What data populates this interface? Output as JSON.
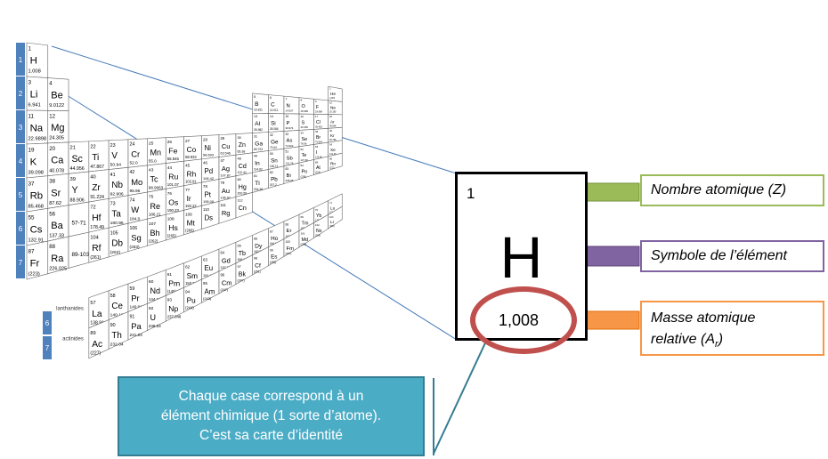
{
  "card": {
    "number": "1",
    "symbol": "H",
    "mass": "1,008"
  },
  "labels": {
    "atomic_number": "Nombre atomique (Z)",
    "symbol": "Symbole de l’élément",
    "mass_line1": "Masse atomique",
    "mass_line2_prefix": "relative (A",
    "mass_line2_sub": "r",
    "mass_line2_suffix": ")"
  },
  "callout": {
    "line1": "Chaque case correspond  à un",
    "line2": "élément chimique (1 sorte d’atome).",
    "line3": "C’est sa carte d’identité"
  },
  "periodic_table": {
    "period_numbers": [
      "1",
      "2",
      "3",
      "4",
      "5",
      "6",
      "7"
    ],
    "lower_period_numbers": [
      "6",
      "7"
    ],
    "row_labels": [
      "lanthanides",
      "actinides"
    ],
    "elements": [
      {
        "z": "1",
        "s": "H",
        "m": "1.008",
        "r": 0,
        "c": 0
      },
      {
        "z": "2",
        "s": "He",
        "m": "4.003",
        "r": 0,
        "c": 17
      },
      {
        "z": "3",
        "s": "Li",
        "m": "6.941",
        "r": 1,
        "c": 0
      },
      {
        "z": "4",
        "s": "Be",
        "m": "9.0122",
        "r": 1,
        "c": 1
      },
      {
        "z": "5",
        "s": "B",
        "m": "10.811",
        "r": 1,
        "c": 12
      },
      {
        "z": "6",
        "s": "C",
        "m": "12.011",
        "r": 1,
        "c": 13
      },
      {
        "z": "7",
        "s": "N",
        "m": "14.007",
        "r": 1,
        "c": 14
      },
      {
        "z": "8",
        "s": "O",
        "m": "15.999",
        "r": 1,
        "c": 15
      },
      {
        "z": "9",
        "s": "F",
        "m": "18.998",
        "r": 1,
        "c": 16
      },
      {
        "z": "10",
        "s": "Ne",
        "m": "20.180",
        "r": 1,
        "c": 17
      },
      {
        "z": "11",
        "s": "Na",
        "m": "22.9898",
        "r": 2,
        "c": 0
      },
      {
        "z": "12",
        "s": "Mg",
        "m": "24.305",
        "r": 2,
        "c": 1
      },
      {
        "z": "13",
        "s": "Al",
        "m": "26.982",
        "r": 2,
        "c": 12
      },
      {
        "z": "14",
        "s": "Si",
        "m": "28.086",
        "r": 2,
        "c": 13
      },
      {
        "z": "15",
        "s": "P",
        "m": "30.974",
        "r": 2,
        "c": 14
      },
      {
        "z": "16",
        "s": "S",
        "m": "32.065",
        "r": 2,
        "c": 15
      },
      {
        "z": "17",
        "s": "Cl",
        "m": "35.453",
        "r": 2,
        "c": 16
      },
      {
        "z": "18",
        "s": "Ar",
        "m": "39.948",
        "r": 2,
        "c": 17
      },
      {
        "z": "19",
        "s": "K",
        "m": "39.098",
        "r": 3,
        "c": 0
      },
      {
        "z": "20",
        "s": "Ca",
        "m": "40.078",
        "r": 3,
        "c": 1
      },
      {
        "z": "21",
        "s": "Sc",
        "m": "44.956",
        "r": 3,
        "c": 2
      },
      {
        "z": "22",
        "s": "Ti",
        "m": "47.867",
        "r": 3,
        "c": 3
      },
      {
        "z": "23",
        "s": "V",
        "m": "50.94",
        "r": 3,
        "c": 4
      },
      {
        "z": "24",
        "s": "Cr",
        "m": "52.0",
        "r": 3,
        "c": 5
      },
      {
        "z": "25",
        "s": "Mn",
        "m": "55.0",
        "r": 3,
        "c": 6
      },
      {
        "z": "26",
        "s": "Fe",
        "m": "55.845",
        "r": 3,
        "c": 7
      },
      {
        "z": "27",
        "s": "Co",
        "m": "58.933",
        "r": 3,
        "c": 8
      },
      {
        "z": "28",
        "s": "Ni",
        "m": "58.693",
        "r": 3,
        "c": 9
      },
      {
        "z": "29",
        "s": "Cu",
        "m": "63.546",
        "r": 3,
        "c": 10
      },
      {
        "z": "30",
        "s": "Zn",
        "m": "65.38",
        "r": 3,
        "c": 11
      },
      {
        "z": "31",
        "s": "Ga",
        "m": "69.723",
        "r": 3,
        "c": 12
      },
      {
        "z": "32",
        "s": "Ge",
        "m": "72.64",
        "r": 3,
        "c": 13
      },
      {
        "z": "33",
        "s": "As",
        "m": "74.922",
        "r": 3,
        "c": 14
      },
      {
        "z": "34",
        "s": "Se",
        "m": "78.96",
        "r": 3,
        "c": 15
      },
      {
        "z": "35",
        "s": "Br",
        "m": "79.904",
        "r": 3,
        "c": 16
      },
      {
        "z": "36",
        "s": "Kr",
        "m": "83.798",
        "r": 3,
        "c": 17
      },
      {
        "z": "37",
        "s": "Rb",
        "m": "85.468",
        "r": 4,
        "c": 0
      },
      {
        "z": "38",
        "s": "Sr",
        "m": "87.62",
        "r": 4,
        "c": 1
      },
      {
        "z": "39",
        "s": "Y",
        "m": "88.906",
        "r": 4,
        "c": 2
      },
      {
        "z": "40",
        "s": "Zr",
        "m": "91.224",
        "r": 4,
        "c": 3
      },
      {
        "z": "41",
        "s": "Nb",
        "m": "92.906",
        "r": 4,
        "c": 4
      },
      {
        "z": "42",
        "s": "Mo",
        "m": "95.96",
        "r": 4,
        "c": 5
      },
      {
        "z": "43",
        "s": "Tc",
        "m": "98.9063",
        "r": 4,
        "c": 6
      },
      {
        "z": "44",
        "s": "Ru",
        "m": "101.07",
        "r": 4,
        "c": 7
      },
      {
        "z": "45",
        "s": "Rh",
        "m": "102.91",
        "r": 4,
        "c": 8
      },
      {
        "z": "46",
        "s": "Pd",
        "m": "106.42",
        "r": 4,
        "c": 9
      },
      {
        "z": "47",
        "s": "Ag",
        "m": "107.87",
        "r": 4,
        "c": 10
      },
      {
        "z": "48",
        "s": "Cd",
        "m": "112.41",
        "r": 4,
        "c": 11
      },
      {
        "z": "49",
        "s": "In",
        "m": "114.82",
        "r": 4,
        "c": 12
      },
      {
        "z": "50",
        "s": "Sn",
        "m": "118.71",
        "r": 4,
        "c": 13
      },
      {
        "z": "51",
        "s": "Sb",
        "m": "121.76",
        "r": 4,
        "c": 14
      },
      {
        "z": "52",
        "s": "Te",
        "m": "127.60",
        "r": 4,
        "c": 15
      },
      {
        "z": "53",
        "s": "I",
        "m": "126.90",
        "r": 4,
        "c": 16
      },
      {
        "z": "54",
        "s": "Xe",
        "m": "131.29",
        "r": 4,
        "c": 17
      },
      {
        "z": "55",
        "s": "Cs",
        "m": "132.91",
        "r": 5,
        "c": 0
      },
      {
        "z": "56",
        "s": "Ba",
        "m": "137.33",
        "r": 5,
        "c": 1
      },
      {
        "z": "",
        "s": "57-71",
        "m": "",
        "r": 5,
        "c": 2
      },
      {
        "z": "72",
        "s": "Hf",
        "m": "178.49",
        "r": 5,
        "c": 3
      },
      {
        "z": "73",
        "s": "Ta",
        "m": "180.95",
        "r": 5,
        "c": 4
      },
      {
        "z": "74",
        "s": "W",
        "m": "184.0",
        "r": 5,
        "c": 5
      },
      {
        "z": "75",
        "s": "Re",
        "m": "186.21",
        "r": 5,
        "c": 6
      },
      {
        "z": "76",
        "s": "Os",
        "m": "190.23",
        "r": 5,
        "c": 7
      },
      {
        "z": "77",
        "s": "Ir",
        "m": "192.22",
        "r": 5,
        "c": 8
      },
      {
        "z": "78",
        "s": "Pt",
        "m": "195.08",
        "r": 5,
        "c": 9
      },
      {
        "z": "79",
        "s": "Au",
        "m": "196.97",
        "r": 5,
        "c": 10
      },
      {
        "z": "80",
        "s": "Hg",
        "m": "200.59",
        "r": 5,
        "c": 11
      },
      {
        "z": "81",
        "s": "Tl",
        "m": "204.38",
        "r": 5,
        "c": 12
      },
      {
        "z": "82",
        "s": "Pb",
        "m": "207.2",
        "r": 5,
        "c": 13
      },
      {
        "z": "83",
        "s": "Bi",
        "m": "208.98",
        "r": 5,
        "c": 14
      },
      {
        "z": "84",
        "s": "Po",
        "m": "(209)",
        "r": 5,
        "c": 15
      },
      {
        "z": "85",
        "s": "At",
        "m": "(210)",
        "r": 5,
        "c": 16
      },
      {
        "z": "86",
        "s": "Rn",
        "m": "(222)",
        "r": 5,
        "c": 17
      },
      {
        "z": "87",
        "s": "Fr",
        "m": "(223)",
        "r": 6,
        "c": 0
      },
      {
        "z": "88",
        "s": "Ra",
        "m": "226.025",
        "r": 6,
        "c": 1
      },
      {
        "z": "",
        "s": "89-103",
        "m": "",
        "r": 6,
        "c": 2
      },
      {
        "z": "104",
        "s": "Rf",
        "m": "(261)",
        "r": 6,
        "c": 3
      },
      {
        "z": "105",
        "s": "Db",
        "m": "(262)",
        "r": 6,
        "c": 4
      },
      {
        "z": "106",
        "s": "Sg",
        "m": "(263)",
        "r": 6,
        "c": 5
      },
      {
        "z": "107",
        "s": "Bh",
        "m": "(262)",
        "r": 6,
        "c": 6
      },
      {
        "z": "108",
        "s": "Hs",
        "m": "(265)",
        "r": 6,
        "c": 7
      },
      {
        "z": "109",
        "s": "Mt",
        "m": "(266)",
        "r": 6,
        "c": 8
      },
      {
        "z": "110",
        "s": "Ds",
        "m": "",
        "r": 6,
        "c": 9
      },
      {
        "z": "111",
        "s": "Rg",
        "m": "",
        "r": 6,
        "c": 10
      },
      {
        "z": "112",
        "s": "Cn",
        "m": "",
        "r": 6,
        "c": 11
      },
      {
        "z": "57",
        "s": "La",
        "m": "138.91",
        "r": 8,
        "c": 3
      },
      {
        "z": "58",
        "s": "Ce",
        "m": "140.12",
        "r": 8,
        "c": 4
      },
      {
        "z": "59",
        "s": "Pr",
        "m": "140.91",
        "r": 8,
        "c": 5
      },
      {
        "z": "60",
        "s": "Nd",
        "m": "144.24",
        "r": 8,
        "c": 6
      },
      {
        "z": "61",
        "s": "Pm",
        "m": "(145)",
        "r": 8,
        "c": 7
      },
      {
        "z": "62",
        "s": "Sm",
        "m": "150.36",
        "r": 8,
        "c": 8
      },
      {
        "z": "63",
        "s": "Eu",
        "m": "151.96",
        "r": 8,
        "c": 9
      },
      {
        "z": "64",
        "s": "Gd",
        "m": "157.25",
        "r": 8,
        "c": 10
      },
      {
        "z": "65",
        "s": "Tb",
        "m": "158.93",
        "r": 8,
        "c": 11
      },
      {
        "z": "66",
        "s": "Dy",
        "m": "162.50",
        "r": 8,
        "c": 12
      },
      {
        "z": "67",
        "s": "Ho",
        "m": "164.93",
        "r": 8,
        "c": 13
      },
      {
        "z": "68",
        "s": "Er",
        "m": "167.26",
        "r": 8,
        "c": 14
      },
      {
        "z": "69",
        "s": "Tm",
        "m": "168.93",
        "r": 8,
        "c": 15
      },
      {
        "z": "70",
        "s": "Yb",
        "m": "173.05",
        "r": 8,
        "c": 16
      },
      {
        "z": "71",
        "s": "Lu",
        "m": "174.97",
        "r": 8,
        "c": 17
      },
      {
        "z": "89",
        "s": "Ac",
        "m": "(227)",
        "r": 9,
        "c": 3
      },
      {
        "z": "90",
        "s": "Th",
        "m": "232.04",
        "r": 9,
        "c": 4
      },
      {
        "z": "91",
        "s": "Pa",
        "m": "231.04",
        "r": 9,
        "c": 5
      },
      {
        "z": "92",
        "s": "U",
        "m": "238.03",
        "r": 9,
        "c": 6
      },
      {
        "z": "93",
        "s": "Np",
        "m": "237.048",
        "r": 9,
        "c": 7
      },
      {
        "z": "94",
        "s": "Pu",
        "m": "(244)",
        "r": 9,
        "c": 8
      },
      {
        "z": "95",
        "s": "Am",
        "m": "(243)",
        "r": 9,
        "c": 9
      },
      {
        "z": "96",
        "s": "Cm",
        "m": "(247)",
        "r": 9,
        "c": 10
      },
      {
        "z": "97",
        "s": "Bk",
        "m": "(247)",
        "r": 9,
        "c": 11
      },
      {
        "z": "98",
        "s": "Cf",
        "m": "(251)",
        "r": 9,
        "c": 12
      },
      {
        "z": "99",
        "s": "Es",
        "m": "(252)",
        "r": 9,
        "c": 13
      },
      {
        "z": "100",
        "s": "Fm",
        "m": "(257)",
        "r": 9,
        "c": 14
      },
      {
        "z": "101",
        "s": "Md",
        "m": "(258)",
        "r": 9,
        "c": 15
      },
      {
        "z": "102",
        "s": "No",
        "m": "(259)",
        "r": 9,
        "c": 16
      },
      {
        "z": "103",
        "s": "Lr",
        "m": "(262)",
        "r": 9,
        "c": 17
      }
    ]
  },
  "colors": {
    "period_band": "#4f81bd",
    "green": "#9bbb59",
    "purple": "#8064a2",
    "orange": "#f79646",
    "red": "#c0504d",
    "callout": "#4bacc6",
    "connector": "#4a7ebb"
  }
}
